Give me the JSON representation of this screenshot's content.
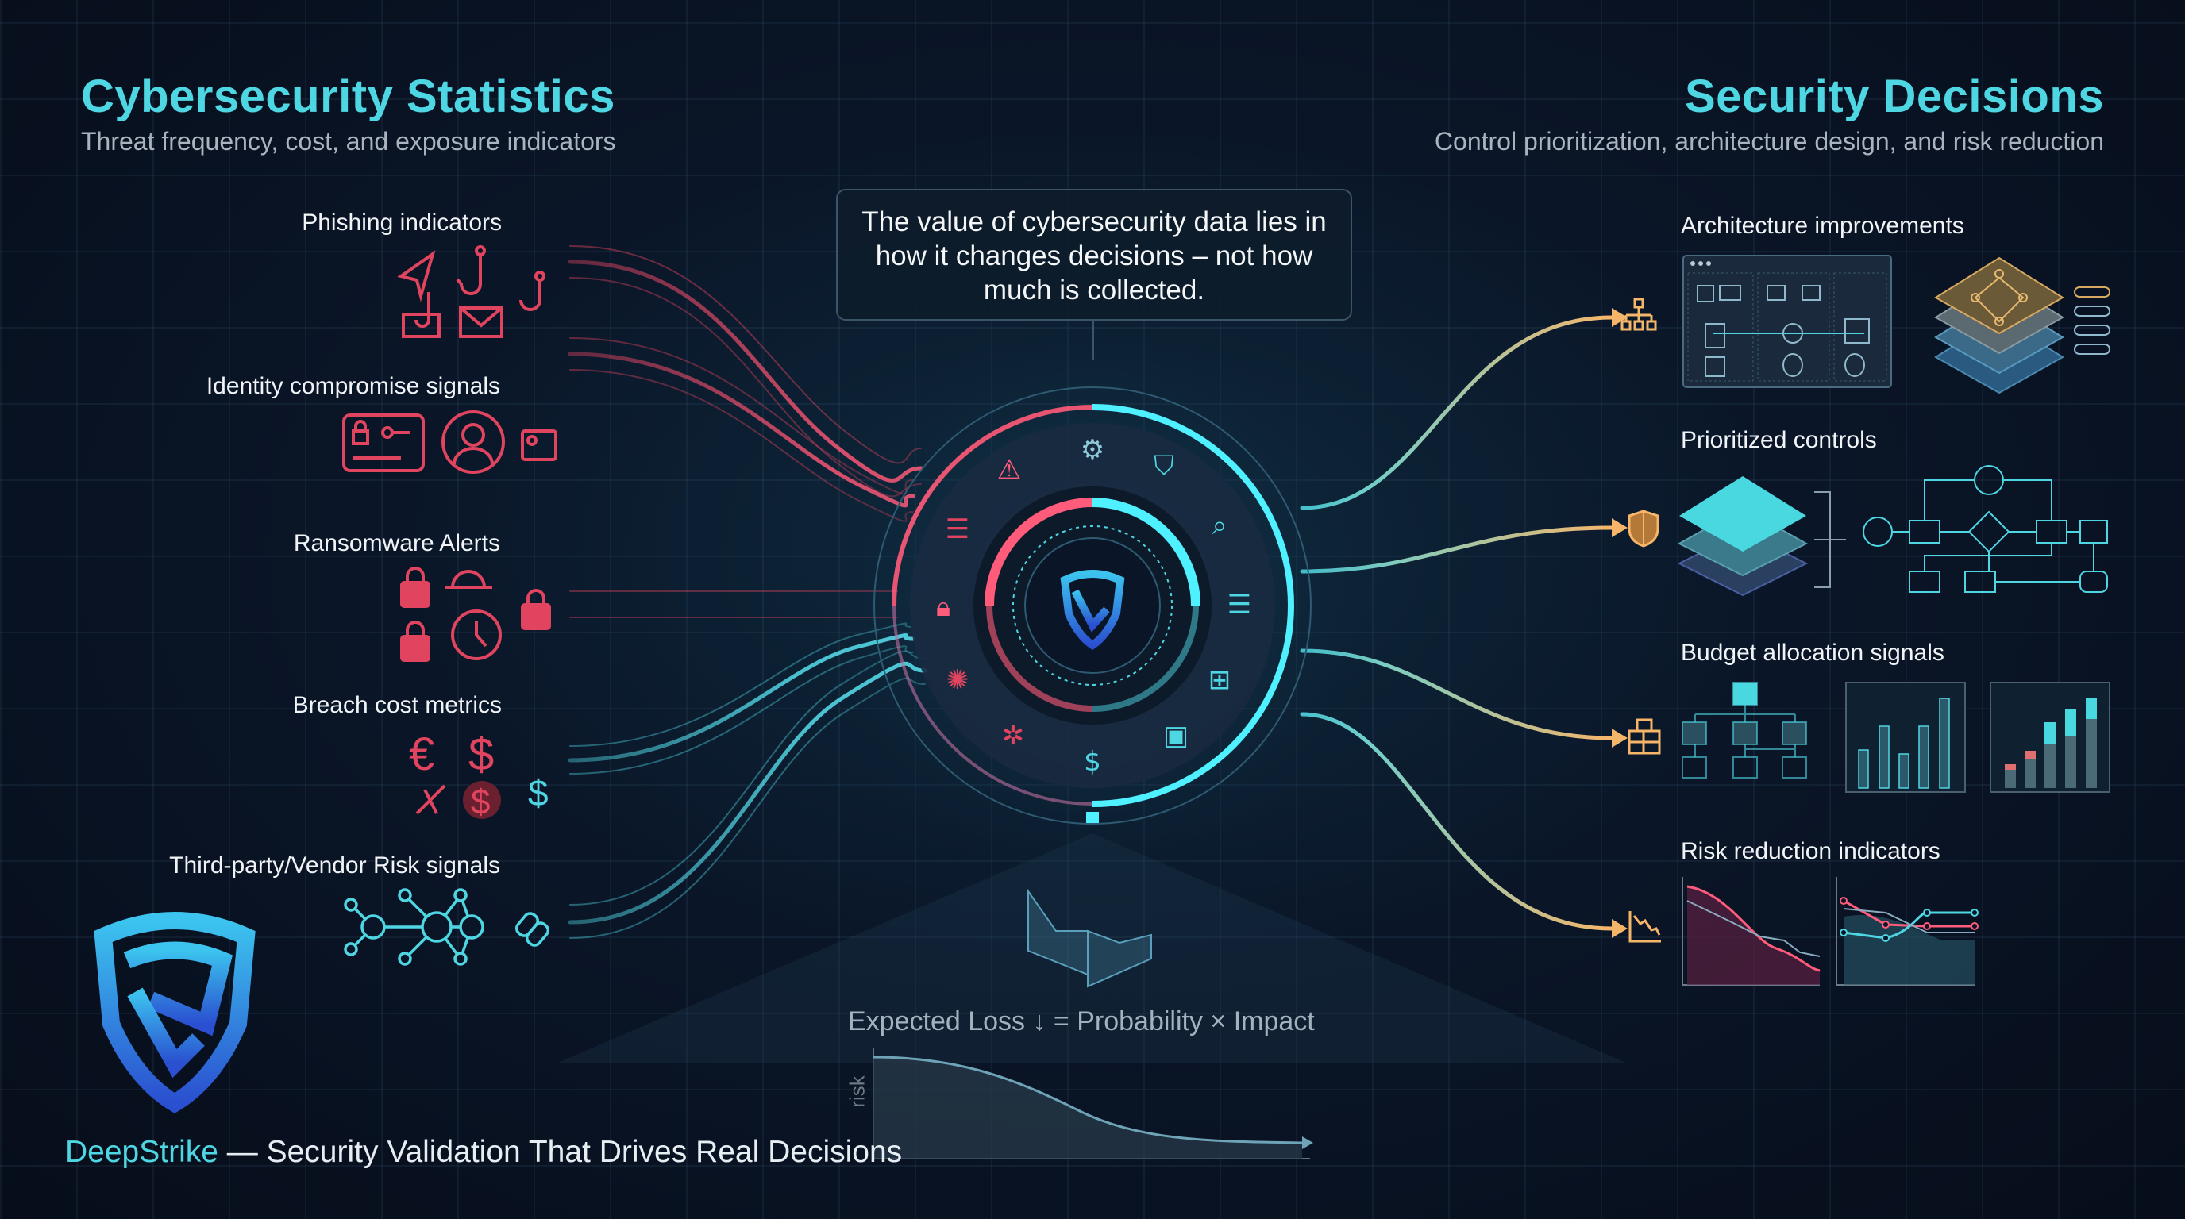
{
  "left_panel": {
    "title": "Cybersecurity Statistics",
    "subtitle": "Threat frequency, cost, and exposure indicators",
    "categories": [
      {
        "label": "Phishing indicators",
        "icons": [
          "paper-plane-icon",
          "fishing-hook-icon",
          "hooked-email-icon",
          "envelope-icon"
        ],
        "color": "#e0445f"
      },
      {
        "label": "Identity compromise signals",
        "icons": [
          "credential-card-icon",
          "user-avatar-icon",
          "id-badge-icon"
        ],
        "color": "#e0445f"
      },
      {
        "label": "Ransomware Alerts",
        "icons": [
          "padlock-icon",
          "gauge-icon",
          "clock-icon",
          "padlock-icon"
        ],
        "color": "#e0445f"
      },
      {
        "label": "Breach cost metrics",
        "icons": [
          "euro-icon",
          "dollar-icon",
          "broken-chart-icon",
          "dollar-coin-icon",
          "dollar-icon"
        ],
        "color": "#e0445f"
      },
      {
        "label": "Third-party/Vendor Risk signals",
        "icons": [
          "network-graph-icon",
          "chain-link-icon"
        ],
        "color": "#4fd6e3"
      }
    ]
  },
  "right_panel": {
    "title": "Security Decisions",
    "subtitle": "Control prioritization, architecture design, and risk reduction",
    "outputs": [
      {
        "label": "Architecture improvements",
        "icon": "hierarchy-icon"
      },
      {
        "label": "Prioritized controls",
        "icon": "shield-icon"
      },
      {
        "label": "Budget allocation signals",
        "icon": "budget-blocks-icon"
      },
      {
        "label": "Risk reduction indicators",
        "icon": "declining-chart-icon"
      }
    ]
  },
  "center": {
    "quote": "The value of cybersecurity data lies in how it changes decisions – not how much is collected.",
    "hub_icons": [
      "gear-icon",
      "shield-icon",
      "search-document-icon",
      "server-rack-icon",
      "workflow-icon",
      "briefcase-icon",
      "dollar-coin-icon",
      "network-icon",
      "brain-icon",
      "padlock-icon",
      "server-list-icon",
      "warning-icon"
    ],
    "formula": "Expected Loss ↓ = Probability × Impact",
    "risk_axis_label": "risk"
  },
  "footer": {
    "brand": "DeepStrike",
    "tagline": " — Security Validation That Drives Real Decisions"
  },
  "colors": {
    "threat": "#e0445f",
    "cyan": "#4fd6e3",
    "decision": "#f0b56a",
    "background": "#0a1628"
  }
}
